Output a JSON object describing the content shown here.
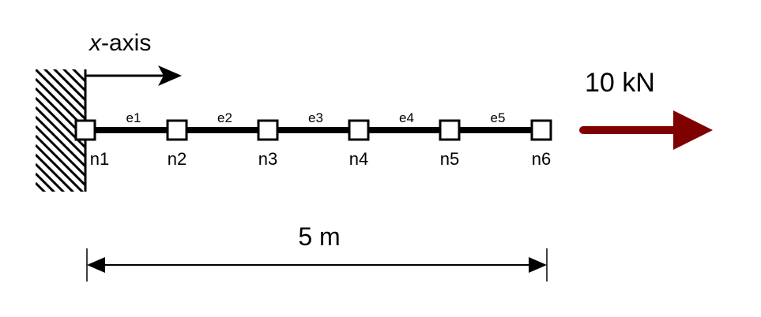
{
  "axis": {
    "italic_part": "x",
    "rest": "-axis"
  },
  "force": {
    "label": "10 kN",
    "color": "#7f0000"
  },
  "dimension": {
    "label": "5 m"
  },
  "nodes": [
    "n1",
    "n2",
    "n3",
    "n4",
    "n5",
    "n6"
  ],
  "elements": [
    "e1",
    "e2",
    "e3",
    "e4",
    "e5"
  ],
  "colors": {
    "beam": "#000000",
    "node_fill": "#ffffff"
  }
}
